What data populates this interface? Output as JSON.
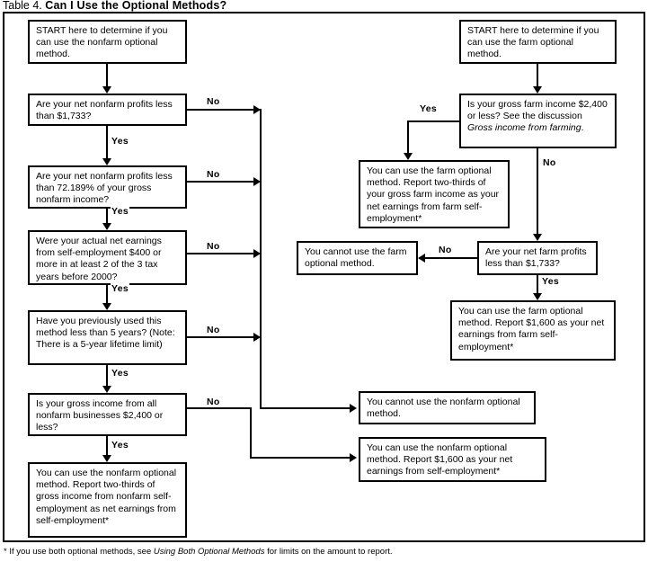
{
  "title": {
    "prefix": "Table 4.",
    "heading": "Can I Use the Optional Methods?"
  },
  "footnote": {
    "lead": "* If you use both optional methods, see ",
    "italic": "Using Both Optional Methods",
    "tail": " for limits on the amount to report."
  },
  "edge_labels": {
    "no": "No",
    "yes": "Yes"
  },
  "nonfarm": {
    "start": "START here to determine if you can use the nonfarm optional method.",
    "q1": "Are your net nonfarm profits less than $1,733?",
    "q2": "Are your net nonfarm profits less than 72.189% of your gross nonfarm income?",
    "q3": "Were your actual net earnings from self-employment $400 or more in at least 2 of the 3 tax years before 2000?",
    "q4": "Have you previously used this method less than 5 years? (Note: There is a 5-year lifetime limit)",
    "q5": "Is your gross income from all nonfarm businesses $2,400 or less?",
    "result_yes": "You can use the nonfarm optional method. Report two-thirds of gross income from nonfarm self-employment as net earnings from self-employment*",
    "result_cannot": "You cannot use the nonfarm optional  method.",
    "result_1600": "You can use the nonfarm optional method. Report $1,600 as your net earnings from self-employment*"
  },
  "farm": {
    "start": "START here to determine if you can use the farm optional method.",
    "q1_part1": "Is your gross farm income $2,400 or less? See the discussion ",
    "q1_italic": "Gross income from farming",
    "q1_part2": ".",
    "result_yes": "You can use the farm optional method. Report two-thirds of your gross farm income as your net earnings from farm self-employment*",
    "q2": "Are your net farm profits less than $1,733?",
    "result_cannot": "You cannot use the farm optional method.",
    "result_1600": "You can use the farm optional method. Report $1,600 as your net earnings from farm self-employment*"
  }
}
